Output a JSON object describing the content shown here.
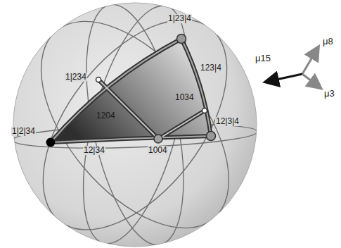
{
  "diagram": {
    "labels": [
      "1|23|4",
      "1|234",
      "123|4",
      "1204",
      "1034",
      "1|2|34",
      "12|3|4",
      "12|34",
      "1004",
      "μ15",
      "μ8",
      "μ3"
    ]
  }
}
